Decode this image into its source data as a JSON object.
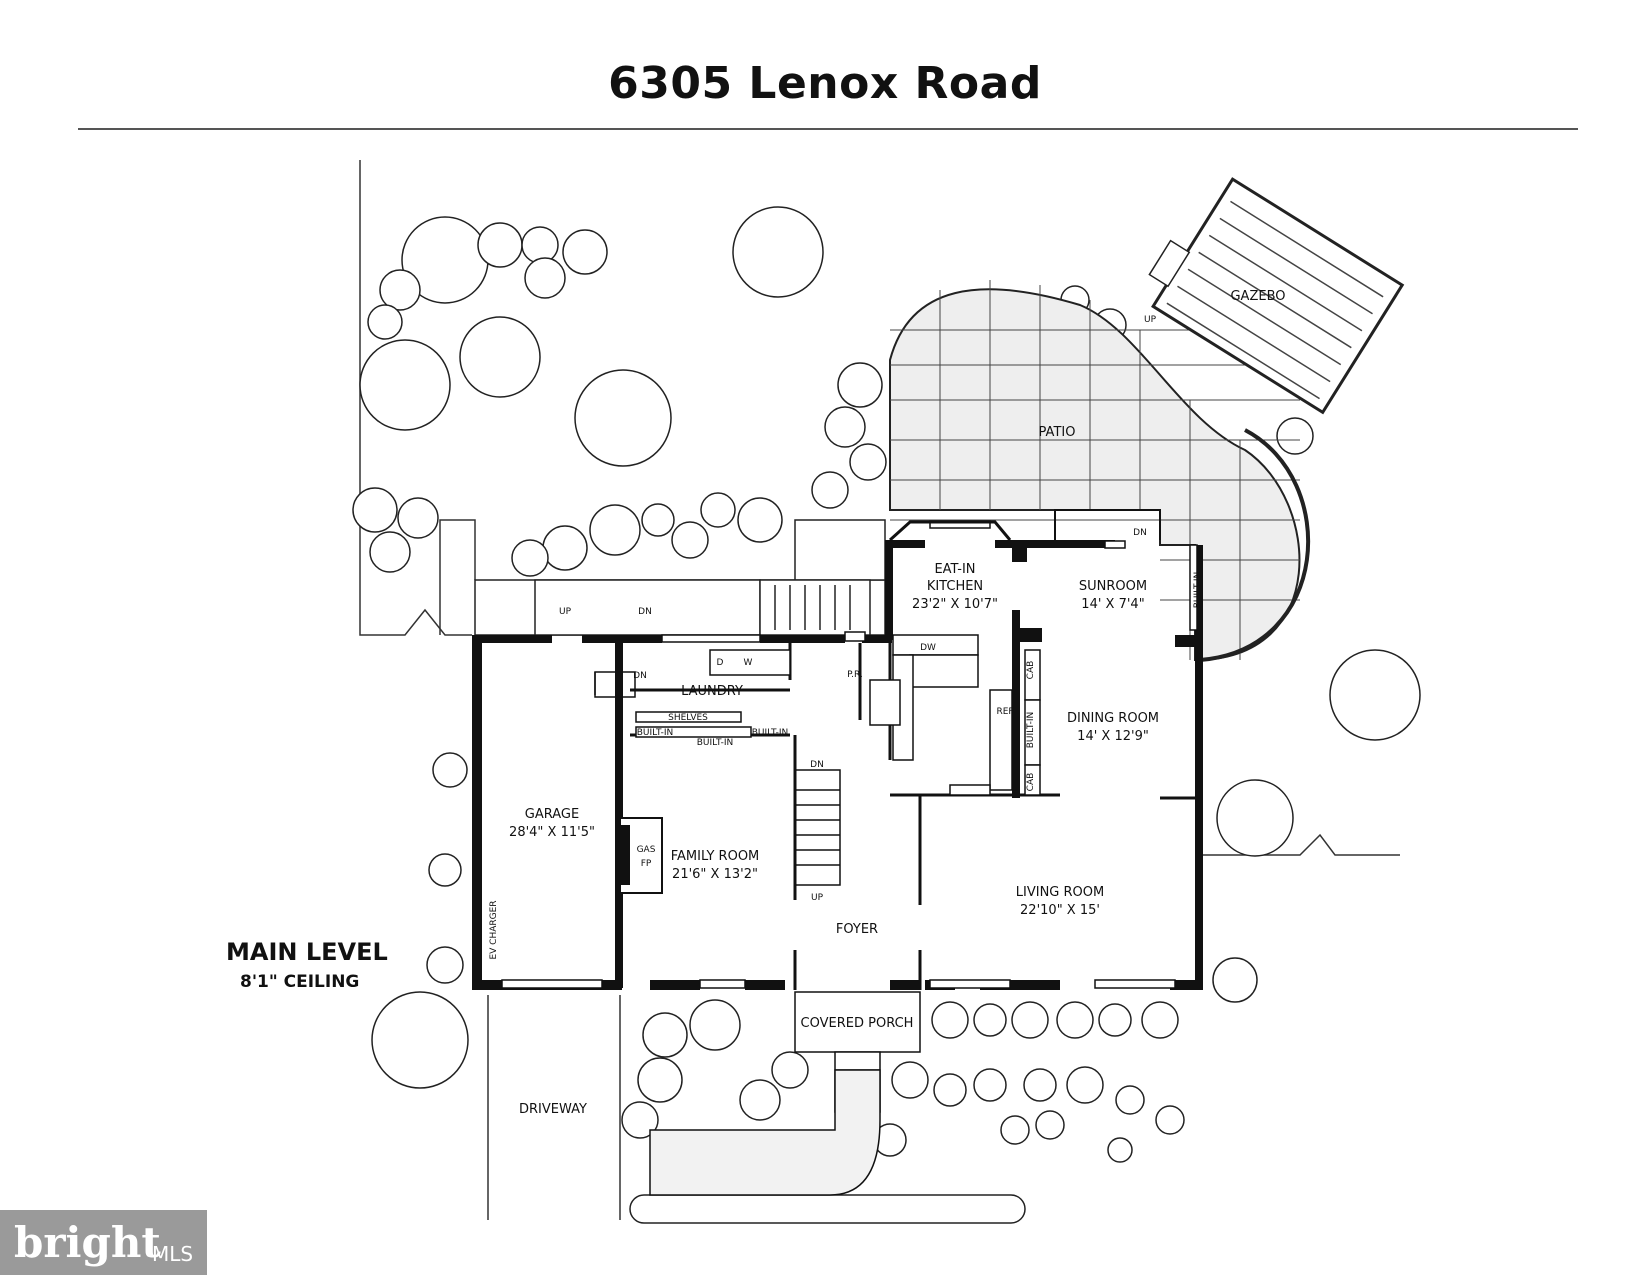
{
  "title": "6305 Lenox Road",
  "level": {
    "name": "MAIN LEVEL",
    "ceiling": "8'1\" CEILING"
  },
  "rooms": {
    "kitchen_a": "EAT-IN",
    "kitchen_b": "KITCHEN",
    "kitchen_dim": "23'2\" X 10'7\"",
    "sunroom": "SUNROOM",
    "sunroom_dim": "14' X 7'4\"",
    "dining": "DINING ROOM",
    "dining_dim": "14' X 12'9\"",
    "living": "LIVING ROOM",
    "living_dim": "22'10\" X 15'",
    "family": "FAMILY ROOM",
    "family_dim": "21'6\" X 13'2\"",
    "garage": "GARAGE",
    "garage_dim": "28'4\" X 11'5\"",
    "laundry": "LAUNDRY",
    "foyer": "FOYER",
    "porch": "COVERED PORCH",
    "patio": "PATIO",
    "gazebo": "GAZEBO",
    "driveway": "DRIVEWAY"
  },
  "fixtures": {
    "dw": "DW",
    "d": "D",
    "w": "W",
    "pr": "P.R.",
    "ref": "REF",
    "cab": "CAB",
    "builtin": "BUILT-IN",
    "shelves": "SHELVES",
    "gas": "GAS",
    "fp": "FP",
    "ev": "EV CHARGER",
    "up": "UP",
    "dn": "DN"
  },
  "brand": {
    "name": "bright",
    "suffix": "MLS"
  }
}
